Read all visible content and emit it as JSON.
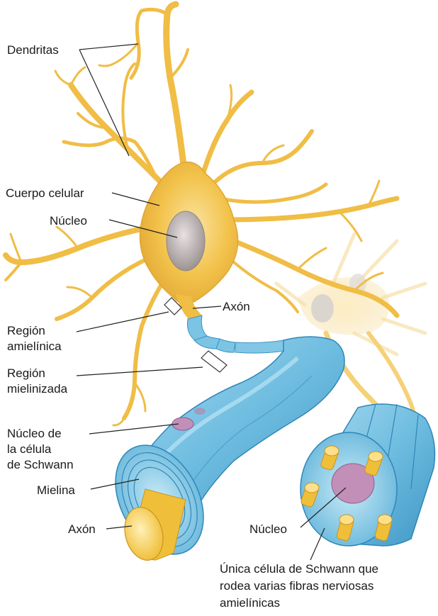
{
  "labels": {
    "dendritas": "Dendritas",
    "cuerpo_celular": "Cuerpo celular",
    "nucleo_top": "Núcleo",
    "axon_top": "Axón",
    "region_amielinica": [
      "Región",
      "amielínica"
    ],
    "region_mielinizada": [
      "Región",
      "mielinizada"
    ],
    "nucleo_schwann": [
      "Núcleo de",
      "la célula",
      "de Schwann"
    ],
    "mielina": "Mielina",
    "axon_bottom": "Axón",
    "nucleo_bottom": "Núcleo",
    "unica_celula": [
      "Única célula de Schwann que",
      "rodea varias fibras nerviosas",
      "amielínicas"
    ]
  },
  "colors": {
    "neuron": "#f2c24a",
    "neuron_light": "#f8d77a",
    "neuron_dark": "#d9a22c",
    "nucleus": "#bdb4b4",
    "myelin": "#7cc4e4",
    "myelin_dark": "#3d93c2",
    "myelin_light": "#b5e0f2",
    "schwann_nucleus": "#c28fb8",
    "axon_core": "#f7d055"
  }
}
